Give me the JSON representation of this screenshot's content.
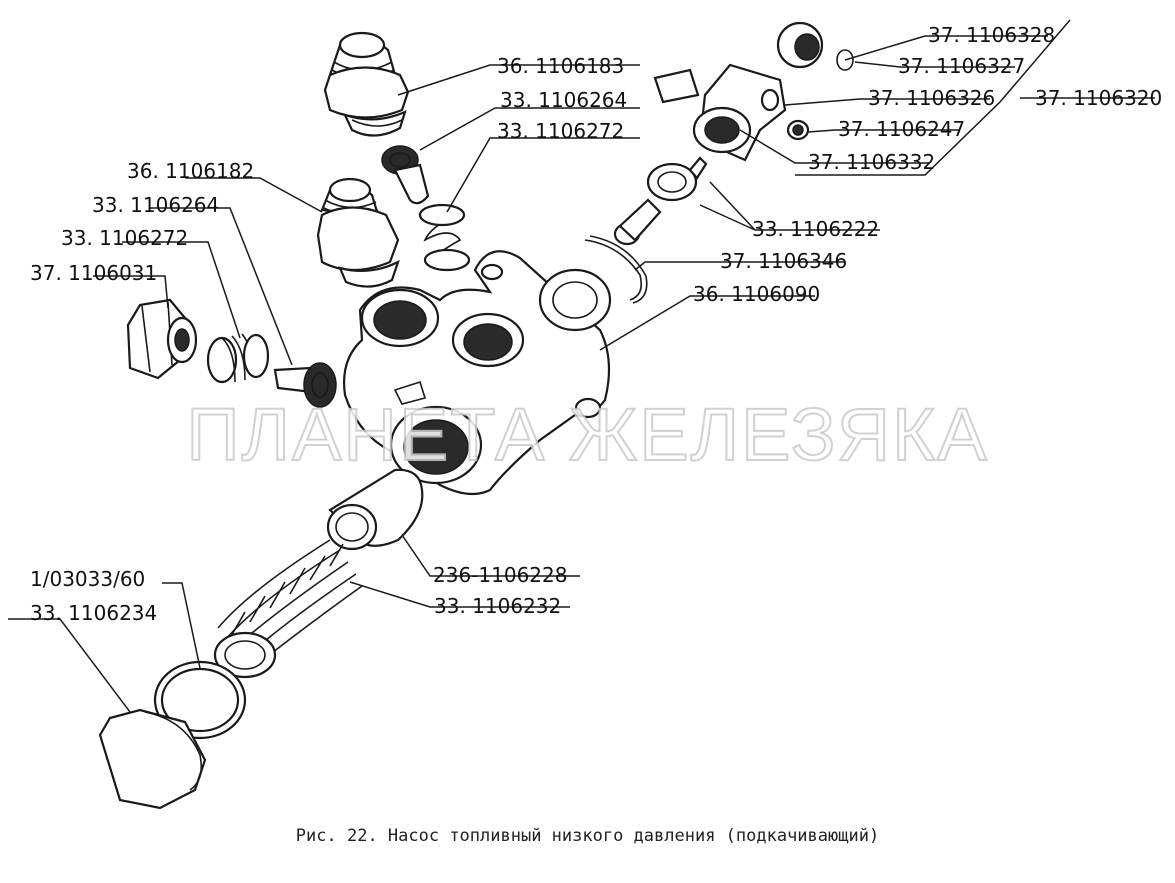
{
  "watermark": "ПЛАНЕТА ЖЕЛЕЗЯКА",
  "caption": "Рис. 22. Насос топливный низкого давления (подкачивающий)",
  "labels": {
    "p_37_1106328": "37. 1106328",
    "p_37_1106327": "37. 1106327",
    "p_37_1106326": "37. 1106326",
    "p_37_1106320": "37. 1106320",
    "p_37_1106247": "37. 1106247",
    "p_37_1106332": "37. 1106332",
    "p_36_1106183": "36. 1106183",
    "p_33_1106264_top": "33. 1106264",
    "p_33_1106272_top": "33. 1106272",
    "p_36_1106182": "36. 1106182",
    "p_33_1106264_left": "33. 1106264",
    "p_33_1106272_left": "33. 1106272",
    "p_37_1106031": "37. 1106031",
    "p_33_1106222": "33. 1106222",
    "p_37_1106346": "37. 1106346",
    "p_36_1106090": "36. 1106090",
    "p_236_1106228": "236-1106228",
    "p_33_1106232": "33. 1106232",
    "p_1_03033_60": "1/03033/60",
    "p_33_1106234": "33. 1106234"
  }
}
